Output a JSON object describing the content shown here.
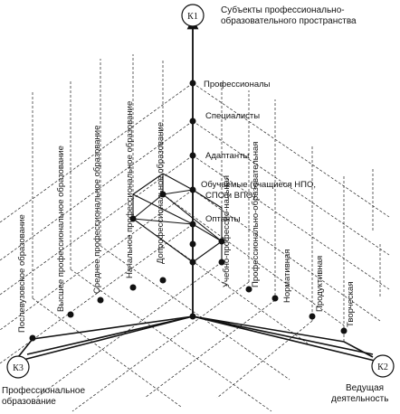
{
  "axes": {
    "k1": {
      "name": "К1",
      "caption": [
        "Субъекты профессионально-",
        "образовательного пространства"
      ]
    },
    "k2": {
      "name": "К2",
      "caption": [
        "Ведущая",
        "деятельность"
      ]
    },
    "k3": {
      "name": "К3",
      "caption": [
        "Профессиональное",
        "образование"
      ]
    }
  },
  "k1_labels": [
    "Оптанты",
    "Обучаемые (учащиеся НПО,",
    "СПО и ВПО)",
    "Адаптанты",
    "Специалисты",
    "Профессионалы"
  ],
  "k2_labels": [
    "Учебно-профессио-нальная",
    "Профессионально-образовательная",
    "Нормативная",
    "Продуктивная",
    "Творческая"
  ],
  "k3_labels": [
    "Допрофессиональное образование",
    "Начальное профессиональное образование",
    "Среднее профессиональное образование",
    "Высшее профессиональное образование",
    "Послевузовское образование"
  ]
}
